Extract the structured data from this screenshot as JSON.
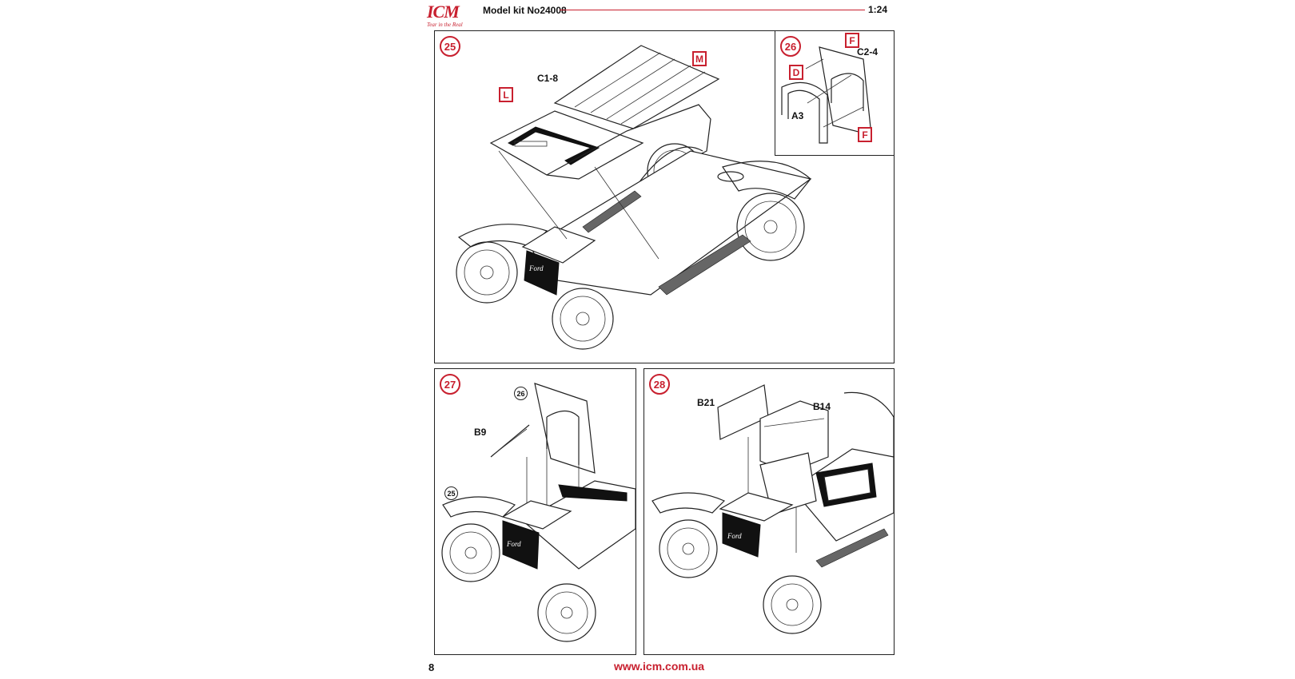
{
  "header": {
    "logo": "ICM",
    "logo_tagline": "Tear in the Real",
    "title": "Model kit No24008",
    "scale": "1:24"
  },
  "steps": [
    {
      "number": "25",
      "parts": [
        "C1-8"
      ],
      "markers": [
        "L",
        "M"
      ]
    },
    {
      "number": "26",
      "parts": [
        "C2-4",
        "A3"
      ],
      "markers": [
        "F",
        "D",
        "F"
      ]
    },
    {
      "number": "27",
      "parts": [
        "B9"
      ],
      "refs": [
        "26",
        "25"
      ]
    },
    {
      "number": "28",
      "parts": [
        "B21",
        "B14"
      ]
    }
  ],
  "footer": {
    "page_number": "8",
    "url": "www.icm.com.ua"
  },
  "colors": {
    "accent": "#c8202f",
    "line": "#222222"
  }
}
